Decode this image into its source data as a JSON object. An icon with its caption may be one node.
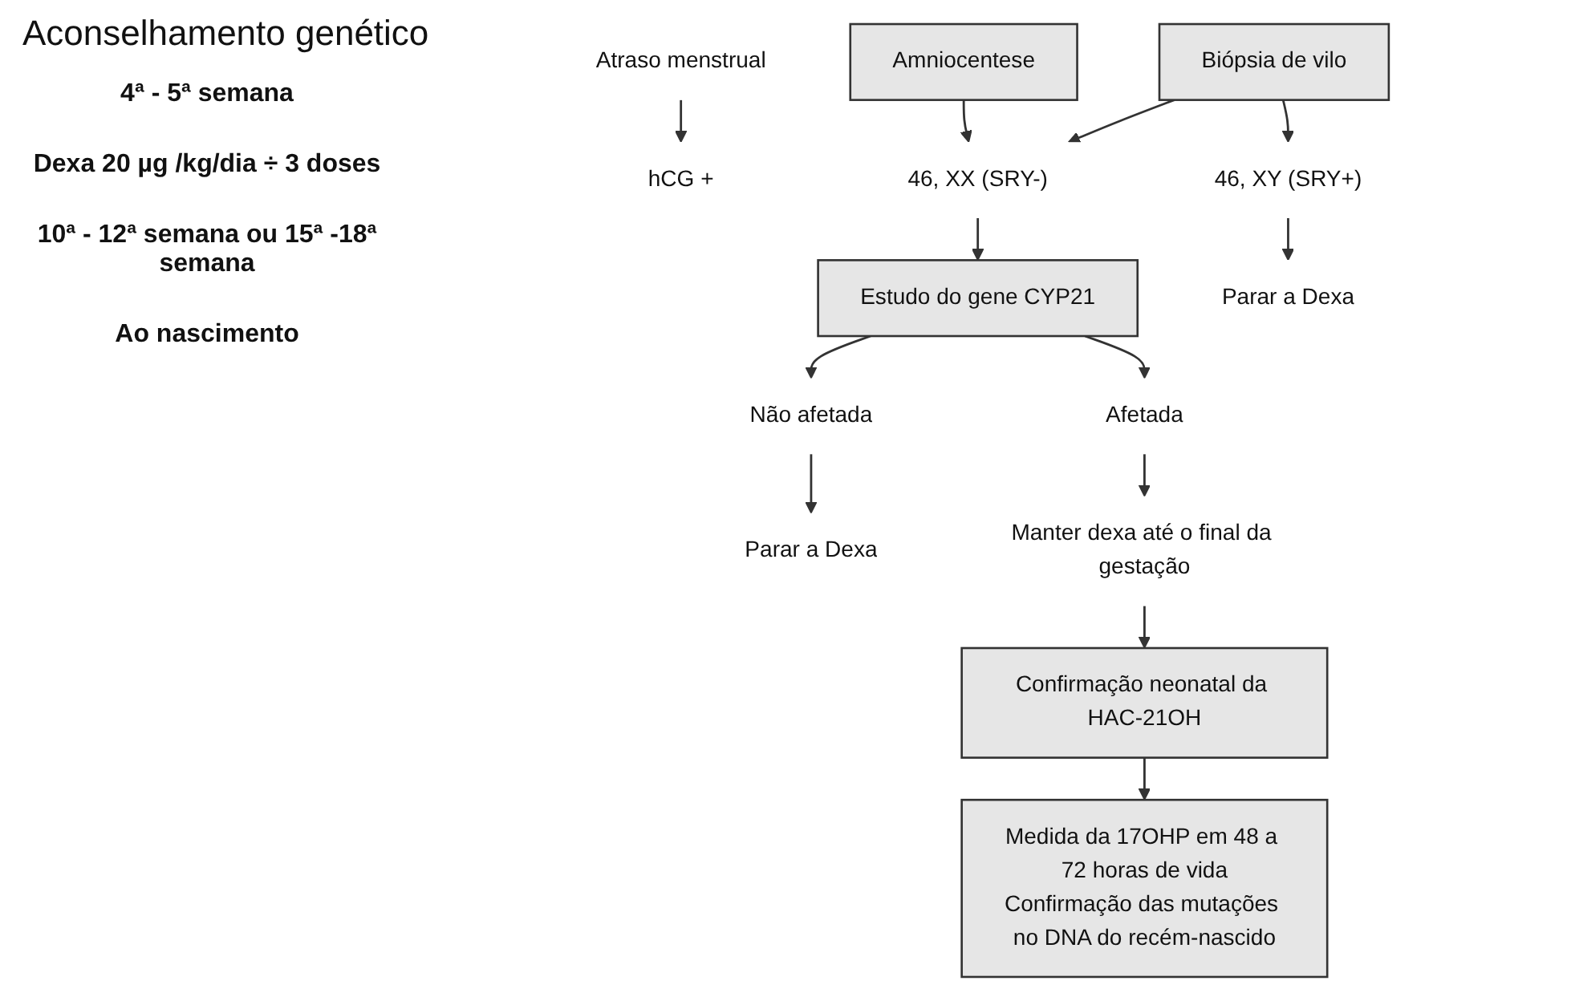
{
  "diagram": {
    "title": "Aconselhamento genético",
    "nodes": [
      {
        "text": [
          "Atraso menstrual"
        ]
      },
      {
        "text": [
          "hCG +"
        ]
      },
      {
        "text": [
          "Biópsia de vilo"
        ]
      },
      {
        "text": [
          "Amniocentese"
        ]
      },
      {
        "text": [
          "46, XX (SRY-)"
        ]
      },
      {
        "text": [
          "46, XY (SRY+)"
        ]
      },
      {
        "text": [
          "Estudo do gene CYP21"
        ]
      },
      {
        "text": [
          "Parar a Dexa"
        ]
      },
      {
        "text": [
          "Não afetada"
        ]
      },
      {
        "text": [
          "Afetada"
        ]
      },
      {
        "text": [
          "Parar a Dexa"
        ]
      },
      {
        "text": [
          "Manter dexa até o final da gestação"
        ]
      },
      {
        "text": [
          "Confirmação neonatal da HAC-21OH"
        ]
      },
      {
        "text": [
          "Medida da 17OHP em 48 a 72 horas de vida",
          "Confirmação das mutações no DNA do recém-nascido"
        ]
      }
    ],
    "edges": [
      {
        "from": 0,
        "to": 1,
        "arrow": "to"
      },
      {
        "from": 2,
        "to": 4,
        "arrow": "to"
      },
      {
        "from": 2,
        "to": 5,
        "arrow": "to"
      },
      {
        "from": 3,
        "to": 4,
        "arrow": "to"
      },
      {
        "from": 4,
        "to": 6,
        "arrow": "to"
      },
      {
        "from": 5,
        "to": 7,
        "arrow": "to"
      },
      {
        "from": 6,
        "to": 8,
        "arrow": "to"
      },
      {
        "from": 6,
        "to": 9,
        "arrow": "to"
      },
      {
        "from": 8,
        "to": 10,
        "arrow": "to"
      },
      {
        "from": 9,
        "to": 11,
        "arrow": "to"
      },
      {
        "from": 11,
        "to": 12,
        "arrow": "to"
      },
      {
        "from": 12,
        "to": 13,
        "arrow": "to"
      }
    ],
    "labels": [
      "4ª - 5ª semana",
      "Dexa 20 µg /kg/dia ÷ 3 doses",
      "10ª - 12ª semana ou 15ª -18ª semana",
      "Ao nascimento"
    ]
  }
}
